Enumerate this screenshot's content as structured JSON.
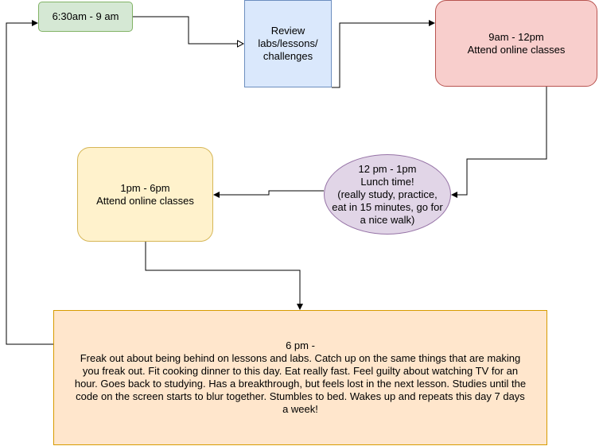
{
  "nodes": {
    "start": "6:30am - 9 am",
    "review": "Review\nlabs/lessons/\nchallenges",
    "morning": "9am - 12pm\nAttend online classes",
    "lunch": "12 pm - 1pm\nLunch time!\n(really study, practice,\neat in 15 minutes, go for\na nice walk)",
    "afternoon": "1pm - 6pm\nAttend online classes",
    "evening": "6 pm -\nFreak out about being behind on lessons and labs. Catch up on the same things that are making\nyou freak out. Fit cooking dinner to this day. Eat really fast. Feel guilty about watching TV for an\nhour. Goes back to studying. Has a breakthrough, but feels lost in the next lesson. Studies until the\ncode on the screen starts to blur together. Stumbles to bed. Wakes up and repeats this day 7 days\na week!"
  },
  "colors": {
    "start_fill": "#d5e8d4",
    "review_fill": "#dae8fc",
    "morning_fill": "#f8cecc",
    "lunch_fill": "#e1d5e7",
    "afternoon_fill": "#fff2cc",
    "evening_fill": "#ffe6cc",
    "connector": "#000000"
  }
}
